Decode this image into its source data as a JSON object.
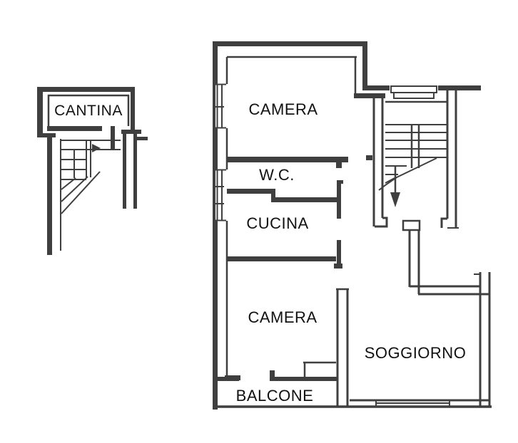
{
  "plan": {
    "kind": "apartment-floor-plan",
    "rooms": [
      {
        "id": "cantina",
        "name": "CANTINA"
      },
      {
        "id": "camera-top",
        "name": "CAMERA"
      },
      {
        "id": "wc",
        "name": "W.C."
      },
      {
        "id": "cucina",
        "name": "CUCINA"
      },
      {
        "id": "camera-bottom",
        "name": "CAMERA"
      },
      {
        "id": "soggiorno",
        "name": "SOGGIORNO"
      },
      {
        "id": "balcone",
        "name": "BALCONE"
      }
    ],
    "icons": [
      {
        "name": "stairs-down-arrow",
        "meaning": "main staircase going down"
      },
      {
        "name": "stairs-right-arrow",
        "meaning": "cellar staircase direction"
      }
    ],
    "colors": {
      "wall": "#3f3f3f",
      "background": "#ffffff",
      "text": "#111111"
    }
  }
}
